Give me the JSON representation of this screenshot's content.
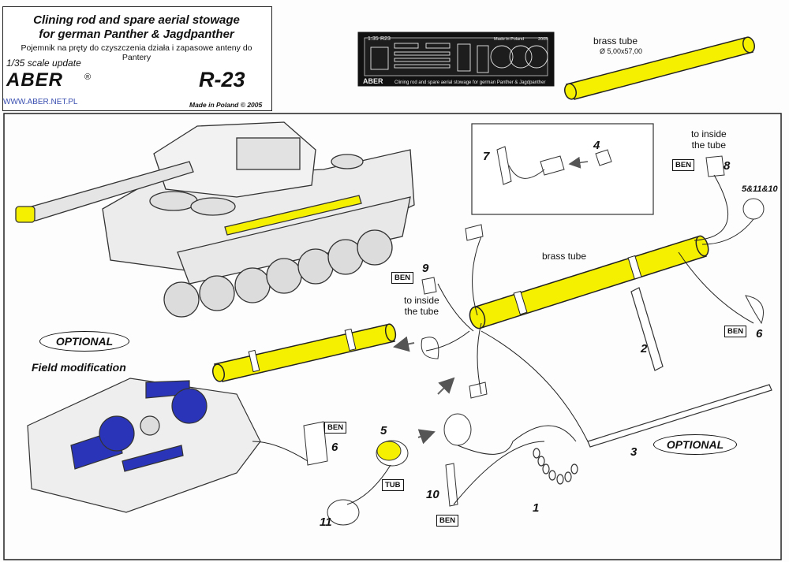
{
  "header": {
    "title_line1": "Clining rod and spare aerial stowage",
    "title_line2": "for german Panther & Jagdpanther",
    "subtitle": "Pojemnik na pręty do czyszczenia działa i zapasowe anteny do Pantery",
    "scale": "1/35 scale update",
    "brand": "ABER",
    "registered": "®",
    "code": "R-23",
    "website": "WWW.ABER.NET.PL",
    "made_in": "Made in Poland © 2005"
  },
  "fret": {
    "scale_label": "1:35",
    "code_label": "R23",
    "made_label": "Made in Poland",
    "year_label": "2005",
    "brand_label": "ABER",
    "caption": "Clining rod and spare aerial stowage for german Panther & Jagdpanther"
  },
  "top_tube": {
    "label": "brass tube",
    "dimensions": "Ø 5,00x57,00"
  },
  "labels": {
    "to_inside_tube_a": "to inside",
    "to_inside_tube_b": "the tube",
    "brass_tube": "brass tube",
    "optional": "OPTIONAL",
    "field_modification": "Field modification"
  },
  "tags": {
    "ben": "BEN",
    "tub": "TUB"
  },
  "parts": {
    "p1": "1",
    "p2": "2",
    "p3": "3",
    "p4": "4",
    "p5": "5",
    "p6": "6",
    "p7": "7",
    "p8": "8",
    "p9": "9",
    "p10": "10",
    "p11": "11",
    "p5_11_10": "5&11&10"
  },
  "colors": {
    "tube_yellow": "#f5f000",
    "highlight_blue": "#2a34b8",
    "line": "#222222"
  }
}
